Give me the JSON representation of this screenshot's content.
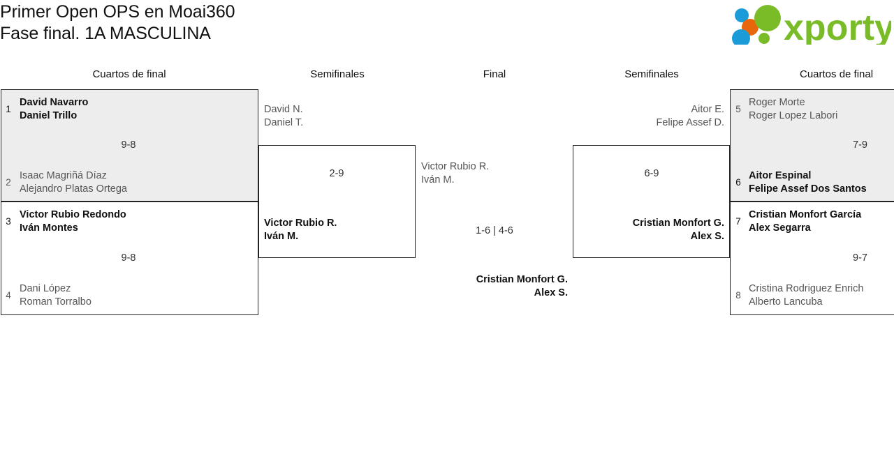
{
  "header": {
    "title": "Primer Open OPS en Moai360\nFase final. 1A MASCULINA",
    "logo_text": "xporty",
    "logo_colors": {
      "green": "#79bc28",
      "blue": "#1b9bd8",
      "orange": "#e8660c"
    }
  },
  "rounds": [
    {
      "key": "qf_left",
      "label": "Cuartos de final"
    },
    {
      "key": "sf_left",
      "label": "Semifinales"
    },
    {
      "key": "final",
      "label": "Final"
    },
    {
      "key": "sf_right",
      "label": "Semifinales"
    },
    {
      "key": "qf_right",
      "label": "Cuartos de final"
    }
  ],
  "matches": {
    "qf1": {
      "score": "9-8",
      "top": {
        "seed": "1",
        "p1": "David Navarro",
        "p2": "Daniel Trillo",
        "winner": true
      },
      "bottom": {
        "seed": "2",
        "p1": "Isaac Magriñá Díaz",
        "p2": "Alejandro Platas Ortega",
        "winner": false
      }
    },
    "qf2": {
      "score": "9-8",
      "top": {
        "seed": "3",
        "p1": "Victor Rubio Redondo",
        "p2": "Iván Montes",
        "winner": true
      },
      "bottom": {
        "seed": "4",
        "p1": "Dani López",
        "p2": "Roman Torralbo",
        "winner": false
      }
    },
    "sf_left": {
      "score": "2-9",
      "top": {
        "p1": "David N.",
        "p2": "Daniel T.",
        "winner": false
      },
      "bottom": {
        "p1": "Victor Rubio R.",
        "p2": "Iván M.",
        "winner": true
      }
    },
    "final": {
      "score": "1-6 | 4-6",
      "top": {
        "p1": "Victor Rubio R.",
        "p2": "Iván M.",
        "winner": false
      },
      "bottom": {
        "p1": "Cristian Monfort G.",
        "p2": "Alex S.",
        "winner": true
      }
    },
    "sf_right": {
      "score": "6-9",
      "top": {
        "p1": "Aitor E.",
        "p2": "Felipe Assef D.",
        "winner": false
      },
      "bottom": {
        "p1": "Cristian Monfort G.",
        "p2": "Alex S.",
        "winner": true
      }
    },
    "qf3": {
      "score": "7-9",
      "top": {
        "seed": "5",
        "p1": "Roger Morte",
        "p2": "Roger Lopez Labori",
        "winner": false
      },
      "bottom": {
        "seed": "6",
        "p1": "Aitor Espinal",
        "p2": "Felipe Assef Dos Santos",
        "winner": true
      }
    },
    "qf4": {
      "score": "9-7",
      "top": {
        "seed": "7",
        "p1": "Cristian Monfort García",
        "p2": "Alex Segarra",
        "winner": true
      },
      "bottom": {
        "seed": "8",
        "p1": "Cristina Rodriguez Enrich",
        "p2": "Alberto Lancuba",
        "winner": false
      }
    }
  }
}
